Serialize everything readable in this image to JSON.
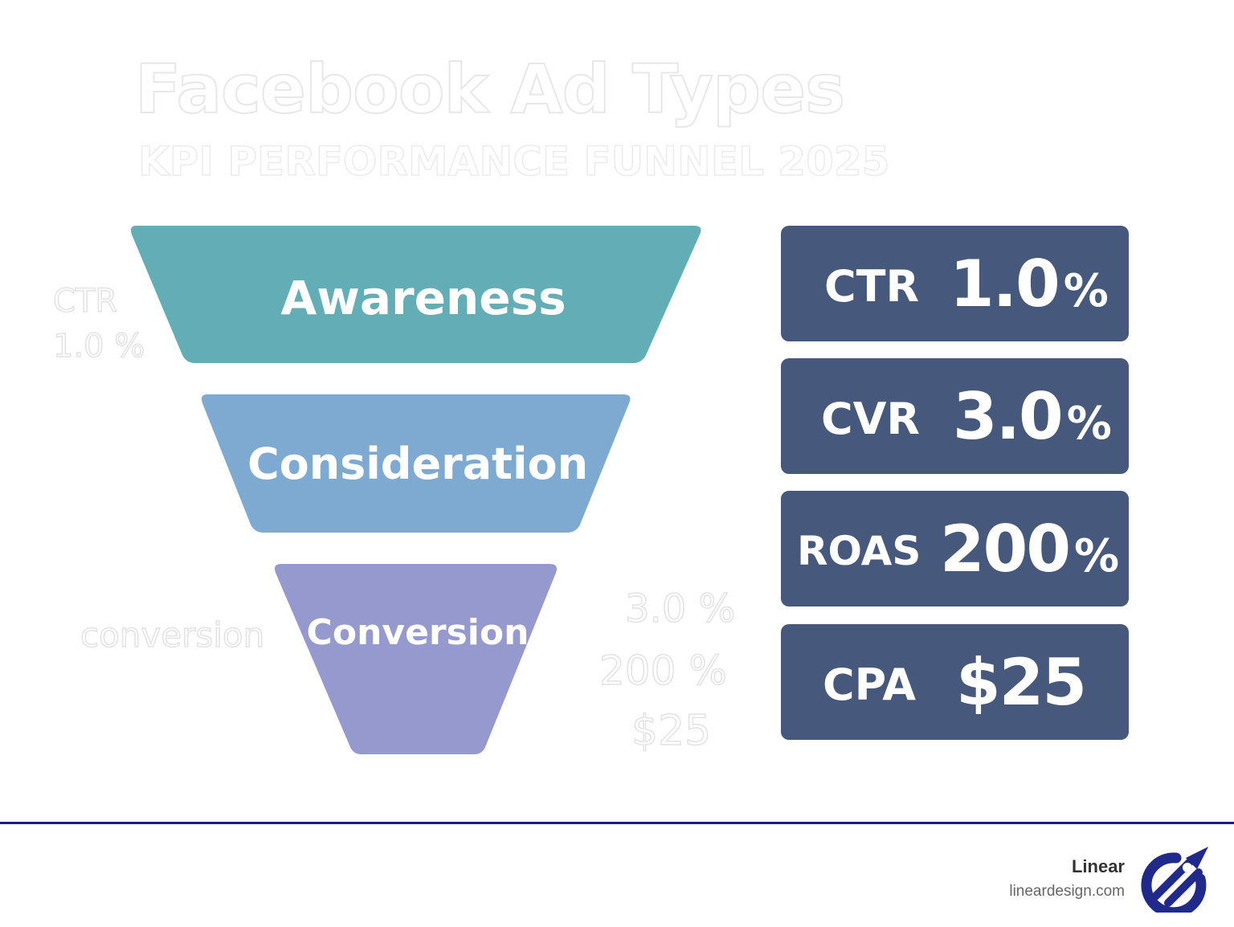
{
  "header": {
    "title": "Facebook Ad Types",
    "subtitle": "KPI PERFORMANCE FUNNEL 2025"
  },
  "funnel": {
    "stages": [
      {
        "label": "Awareness",
        "color": "#63aeb6"
      },
      {
        "label": "Consideration",
        "color": "#7eaad2"
      },
      {
        "label": "Conversion",
        "color": "#9699cd"
      }
    ]
  },
  "side_labels": {
    "ctr_label": "CTR",
    "ctr_value": "1.0 %",
    "conversion": "conversion",
    "cvr_value": "3.0 %",
    "roas_value": "200 %",
    "cpa_value": "$25"
  },
  "kpis": [
    {
      "name": "CTR",
      "value": "1.0",
      "unit": "%"
    },
    {
      "name": "CVR",
      "value": "3.0",
      "unit": "%"
    },
    {
      "name": "ROAS",
      "value": "200",
      "unit": "%"
    },
    {
      "name": "CPA",
      "value": "$25",
      "unit": ""
    }
  ],
  "colors": {
    "card": "#46587b",
    "footer_rule": "#1a1f7a",
    "logo": "#1f2a8a"
  },
  "footer": {
    "brand": "Linear",
    "url": "lineardesign.com",
    "logo_icon": "rocket-logo-icon"
  }
}
